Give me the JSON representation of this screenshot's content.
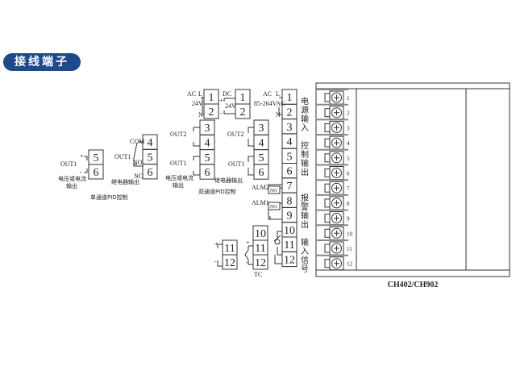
{
  "title": "接线端子",
  "single_channel": {
    "caption": "单通道PID控制",
    "voltage": {
      "out_label": "OUT1",
      "plus": "+",
      "minus": "-",
      "terminals": [
        "5",
        "6"
      ],
      "desc_line1": "电压或电流",
      "desc_line2": "输出"
    },
    "relay": {
      "out_label": "OUT1",
      "com": "COM",
      "no": "NO",
      "nc": "NC",
      "terminals": [
        "4",
        "5",
        "6"
      ],
      "desc": "继电器输出"
    }
  },
  "dual_channel": {
    "caption": "双通道PID控制",
    "ac_power": {
      "ac": "AC",
      "l": "L",
      "n": "N",
      "voltage": "24V",
      "terminals": [
        "1",
        "2"
      ]
    },
    "dc_power": {
      "dc": "DC",
      "voltage": "24V",
      "plus": "+",
      "minus": "-",
      "terminals": [
        "1",
        "2"
      ]
    },
    "voltage": {
      "out2": "OUT2",
      "out1": "OUT1",
      "terminals": [
        "3",
        "4",
        "5",
        "6"
      ],
      "desc_line1": "电压或电流",
      "desc_line2": "输出"
    },
    "relay": {
      "out2": "OUT2",
      "out1": "OUT1",
      "terminals": [
        "3",
        "4",
        "5",
        "6"
      ],
      "desc": "继电器输出"
    }
  },
  "main": {
    "ac": "AC",
    "l": "L",
    "n": "N",
    "voltage": "85-264VAC",
    "terminals": [
      "1",
      "2",
      "3",
      "4",
      "5",
      "6",
      "7",
      "8",
      "9",
      "10",
      "11",
      "12"
    ],
    "alm2": "ALM2",
    "alm1": "ALM1",
    "no": "NO",
    "groups": [
      "电源输入",
      "控制输出",
      "报警输出",
      "输入信号"
    ]
  },
  "input": {
    "linear": {
      "terminals": [
        "11",
        "12"
      ],
      "plus": "+",
      "minus": "-"
    },
    "tc": {
      "terminals": [
        "10",
        "11",
        "12"
      ],
      "label": "TC",
      "plus": "+",
      "minus": "-"
    }
  },
  "device": {
    "model": "CH402/CH902",
    "terminals": [
      "1",
      "2",
      "3",
      "4",
      "5",
      "6",
      "7",
      "8",
      "9",
      "10",
      "11",
      "12"
    ]
  }
}
